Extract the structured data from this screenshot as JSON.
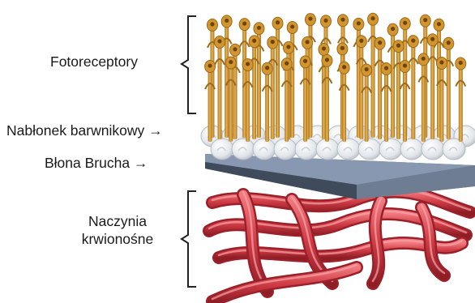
{
  "labels": {
    "photoreceptors": "Fotoreceptory",
    "rpe": "Nabłonek barwnikowy →",
    "bruch": "Błona Brucha →",
    "vessels_line1": "Naczynia",
    "vessels_line2": "krwionośne"
  },
  "colors": {
    "photoreceptor": "#d3962f",
    "photoreceptor_dark": "#9c6a1c",
    "rpe_cell": "#eceff2",
    "bruch_top": "#7e8fa6",
    "bruch_side": "#4f5c6e",
    "vessel": "#cf3b44",
    "vessel_dark": "#9b2029",
    "bracket": "#222222"
  }
}
